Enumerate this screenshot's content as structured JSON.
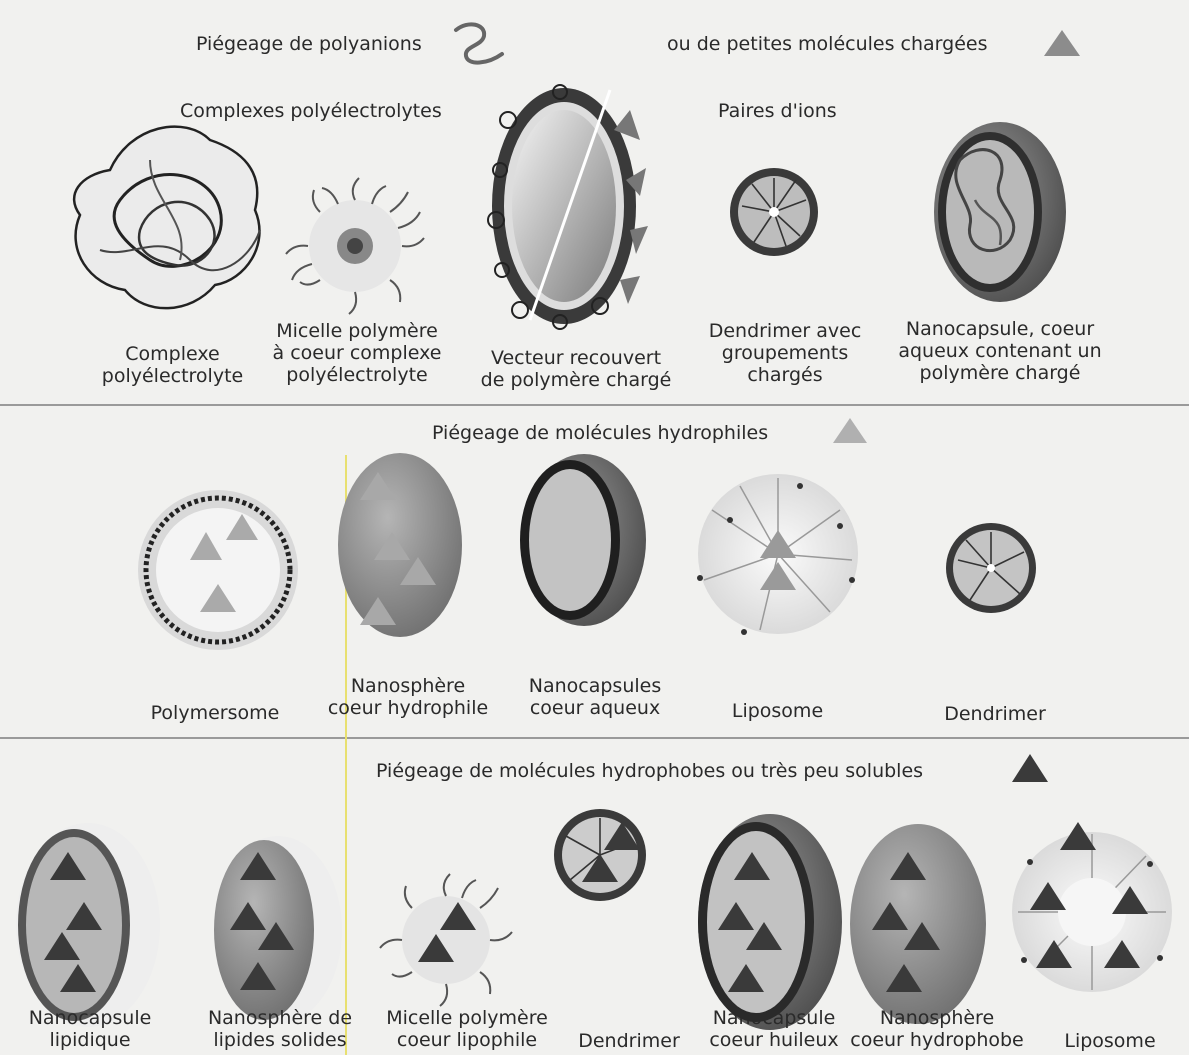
{
  "sections": {
    "polyanions_title_a": "Piégeage de polyanions",
    "polyanions_title_b": "ou de petites molécules chargées",
    "complexes_heading": "Complexes polyélectrolytes",
    "ion_pairs_heading": "Paires d'ions",
    "hydrophilic_title": "Piégeage de molécules hydrophiles",
    "hydrophobic_title": "Piégeage de molécules hydrophobes ou très peu solubles"
  },
  "row1_labels": {
    "complexe": "Complexe\npolyélectrolyte",
    "micelle_complexe": "Micelle polymère\nà coeur complexe\npolyélectrolyte",
    "vecteur": "Vecteur recouvert\nde polymère chargé",
    "dendrimer_charges": "Dendrimer avec\ngroupements\nchargés",
    "nanocapsule_aqueux": "Nanocapsule, coeur\naqueux contenant un\npolymère chargé"
  },
  "row2_labels": {
    "polymersome": "Polymersome",
    "nanosphere_hydrophile": "Nanosphère\ncoeur hydrophile",
    "nanocapsules_aqueux": "Nanocapsules\ncoeur aqueux",
    "liposome": "Liposome",
    "dendrimer": "Dendrimer"
  },
  "row3_labels": {
    "nanocapsule_lipidique": "Nanocapsule\nlipidique",
    "nanosphere_lipides": "Nanosphère de\nlipides solides",
    "micelle_lipophile": "Micelle polymère\ncoeur lipophile",
    "dendrimer": "Dendrimer",
    "nanocapsule_huileux": "Nanocapsule\ncoeur huileux",
    "nanosphere_hydrophobe": "Nanosphère\ncoeur hydrophobe",
    "liposome": "Liposome"
  },
  "colors": {
    "background": "#f1f1ef",
    "dark_triangle": "#3a3a3a",
    "light_triangle": "#a8a8a8",
    "shell": "#555555"
  }
}
